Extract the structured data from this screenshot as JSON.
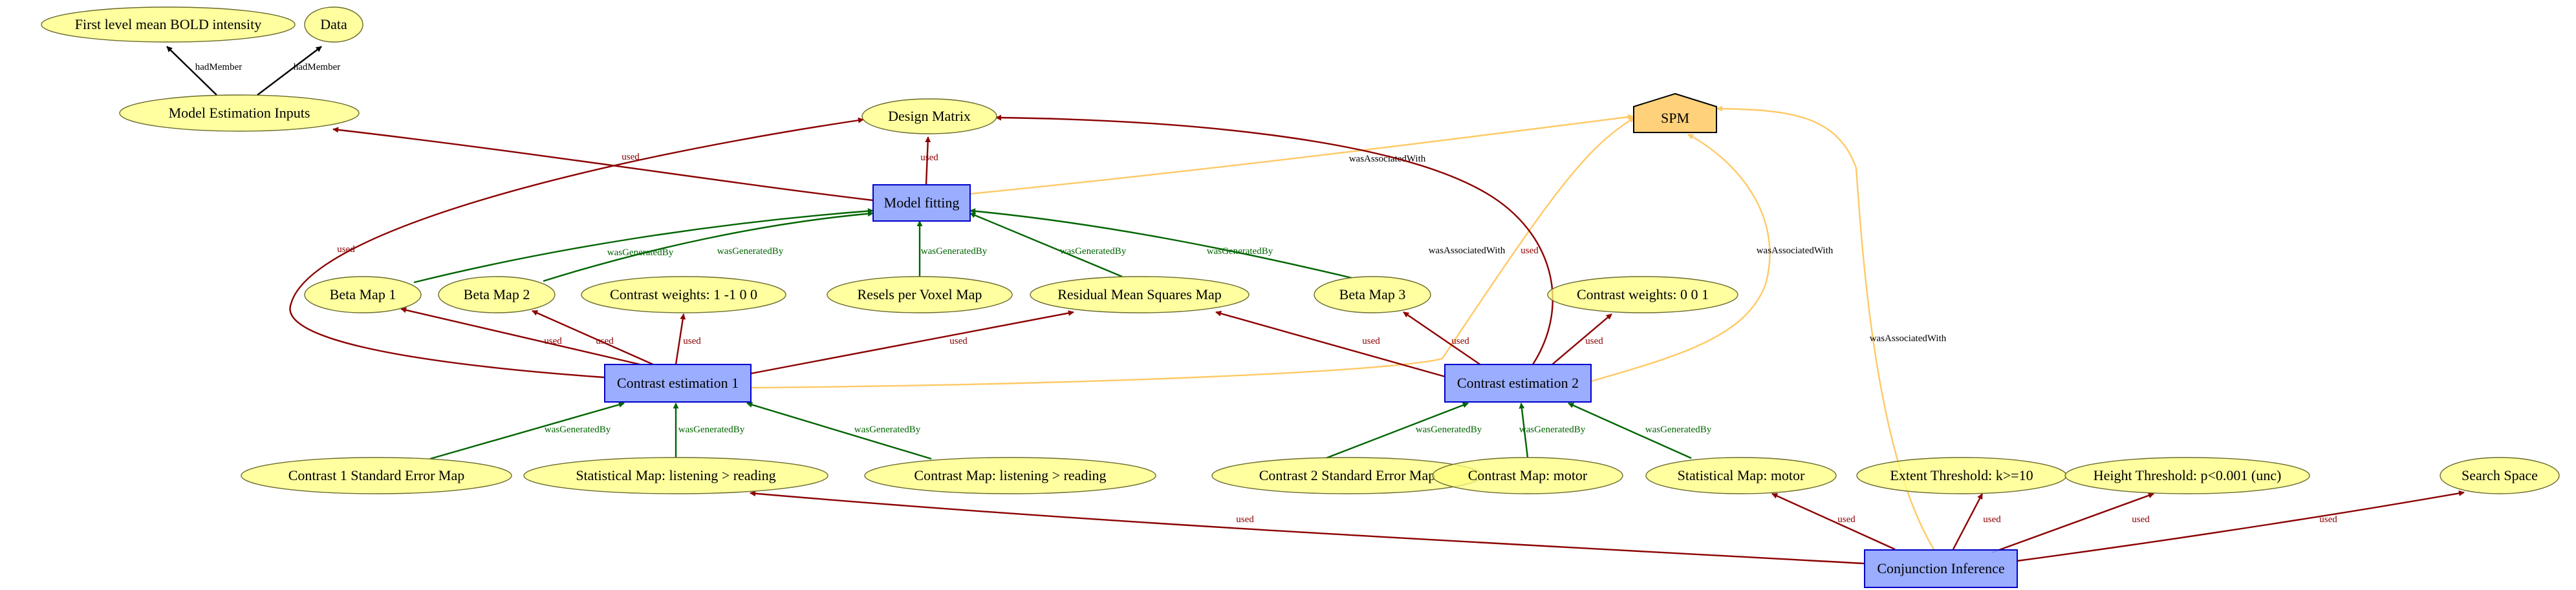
{
  "diagram": {
    "type": "provenance-graph",
    "colors": {
      "used": "#8b0000",
      "wasGeneratedBy": "#006400",
      "wasAssociatedWith": "#ffc966",
      "hadMember": "#000000",
      "entity_fill": "#ffff80",
      "activity_fill": "#8fa4ff",
      "agent_fill": "#ffd17a"
    },
    "nodes": [
      {
        "id": "first_level",
        "label": "First level mean BOLD intensity",
        "kind": "entity"
      },
      {
        "id": "data",
        "label": "Data",
        "kind": "entity"
      },
      {
        "id": "model_inputs",
        "label": "Model Estimation Inputs",
        "kind": "entity"
      },
      {
        "id": "design_matrix",
        "label": "Design Matrix",
        "kind": "entity"
      },
      {
        "id": "spm",
        "label": "SPM",
        "kind": "agent"
      },
      {
        "id": "model_fitting",
        "label": "Model fitting",
        "kind": "activity"
      },
      {
        "id": "beta1",
        "label": "Beta Map 1",
        "kind": "entity"
      },
      {
        "id": "beta2",
        "label": "Beta Map 2",
        "kind": "entity"
      },
      {
        "id": "cw1",
        "label": "Contrast weights: 1 -1 0 0",
        "kind": "entity"
      },
      {
        "id": "resels",
        "label": "Resels per Voxel Map",
        "kind": "entity"
      },
      {
        "id": "rms",
        "label": "Residual Mean Squares Map",
        "kind": "entity"
      },
      {
        "id": "beta3",
        "label": "Beta Map 3",
        "kind": "entity"
      },
      {
        "id": "cw2",
        "label": "Contrast weights: 0 0 1",
        "kind": "entity"
      },
      {
        "id": "ce1",
        "label": "Contrast estimation 1",
        "kind": "activity"
      },
      {
        "id": "ce2",
        "label": "Contrast estimation 2",
        "kind": "activity"
      },
      {
        "id": "c1se",
        "label": "Contrast 1 Standard Error Map",
        "kind": "entity"
      },
      {
        "id": "smlr",
        "label": "Statistical Map: listening > reading",
        "kind": "entity"
      },
      {
        "id": "cmlr",
        "label": "Contrast Map: listening > reading",
        "kind": "entity"
      },
      {
        "id": "c2se",
        "label": "Contrast 2 Standard Error Map",
        "kind": "entity"
      },
      {
        "id": "cmm",
        "label": "Contrast Map: motor",
        "kind": "entity"
      },
      {
        "id": "smm",
        "label": "Statistical Map: motor",
        "kind": "entity"
      },
      {
        "id": "extent",
        "label": "Extent Threshold: k>=10",
        "kind": "entity"
      },
      {
        "id": "height",
        "label": "Height Threshold: p<0.001 (unc)",
        "kind": "entity"
      },
      {
        "id": "search",
        "label": "Search Space",
        "kind": "entity"
      },
      {
        "id": "conj",
        "label": "Conjunction Inference",
        "kind": "activity"
      }
    ],
    "edges": [
      {
        "from": "model_inputs",
        "to": "first_level",
        "label": "hadMember"
      },
      {
        "from": "model_inputs",
        "to": "data",
        "label": "hadMember"
      },
      {
        "from": "model_fitting",
        "to": "model_inputs",
        "label": "used"
      },
      {
        "from": "model_fitting",
        "to": "design_matrix",
        "label": "used"
      },
      {
        "from": "model_fitting",
        "to": "spm",
        "label": "wasAssociatedWith"
      },
      {
        "from": "beta1",
        "to": "model_fitting",
        "label": "wasGeneratedBy"
      },
      {
        "from": "beta2",
        "to": "model_fitting",
        "label": "wasGeneratedBy"
      },
      {
        "from": "resels",
        "to": "model_fitting",
        "label": "wasGeneratedBy"
      },
      {
        "from": "rms",
        "to": "model_fitting",
        "label": "wasGeneratedBy"
      },
      {
        "from": "beta3",
        "to": "model_fitting",
        "label": "wasGeneratedBy"
      },
      {
        "from": "ce1",
        "to": "design_matrix",
        "label": "used"
      },
      {
        "from": "ce1",
        "to": "beta1",
        "label": "used"
      },
      {
        "from": "ce1",
        "to": "beta2",
        "label": "used"
      },
      {
        "from": "ce1",
        "to": "cw1",
        "label": "used"
      },
      {
        "from": "ce1",
        "to": "rms",
        "label": "used"
      },
      {
        "from": "ce1",
        "to": "spm",
        "label": "wasAssociatedWith"
      },
      {
        "from": "ce2",
        "to": "design_matrix",
        "label": "used"
      },
      {
        "from": "ce2",
        "to": "rms",
        "label": "used"
      },
      {
        "from": "ce2",
        "to": "beta3",
        "label": "used"
      },
      {
        "from": "ce2",
        "to": "cw2",
        "label": "used"
      },
      {
        "from": "ce2",
        "to": "spm",
        "label": "wasAssociatedWith"
      },
      {
        "from": "c1se",
        "to": "ce1",
        "label": "wasGeneratedBy"
      },
      {
        "from": "smlr",
        "to": "ce1",
        "label": "wasGeneratedBy"
      },
      {
        "from": "cmlr",
        "to": "ce1",
        "label": "wasGeneratedBy"
      },
      {
        "from": "c2se",
        "to": "ce2",
        "label": "wasGeneratedBy"
      },
      {
        "from": "cmm",
        "to": "ce2",
        "label": "wasGeneratedBy"
      },
      {
        "from": "smm",
        "to": "ce2",
        "label": "wasGeneratedBy"
      },
      {
        "from": "conj",
        "to": "smlr",
        "label": "used"
      },
      {
        "from": "conj",
        "to": "smm",
        "label": "used"
      },
      {
        "from": "conj",
        "to": "extent",
        "label": "used"
      },
      {
        "from": "conj",
        "to": "height",
        "label": "used"
      },
      {
        "from": "conj",
        "to": "search",
        "label": "used"
      },
      {
        "from": "conj",
        "to": "spm",
        "label": "wasAssociatedWith"
      }
    ]
  }
}
